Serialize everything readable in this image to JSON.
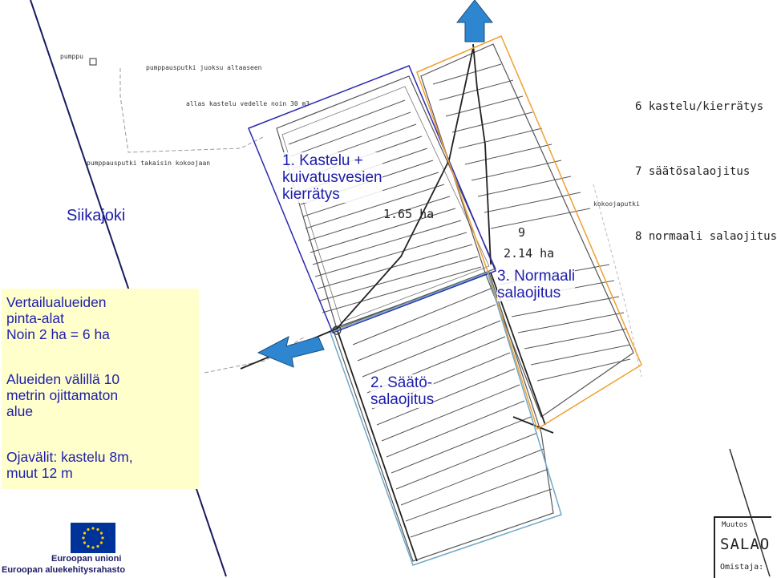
{
  "title": "Siikajoki",
  "notes": {
    "areas": "Vertailualueiden\npinta-alat\nNoin 2 ha = 6 ha",
    "gap": "Alueiden välillä 10\nmetrin ojittamaton\nalue",
    "spacing": "Ojavälit: kastelu 8m,\nmuut 12 m"
  },
  "zones": {
    "irrigation": "1. Kastelu +\nkuivatusvesien\nkierrätys",
    "controlled": "2. Säätö-\nsalaojitus",
    "normal": "3. Normaali\nsalaojitus"
  },
  "legend": [
    "6 kastelu/kierrätys",
    "7 säätösalaojitus",
    "8 normaali salaojitus"
  ],
  "drawing_labels": {
    "area_1": "1.65 ha",
    "area_2": "2.14 ha",
    "field_9": "9",
    "pumppu": "pumppu",
    "pumping_pipe": "pumppausputki juoksu altaaseen",
    "basin": "allas kastelu vedelle noin 30 m3",
    "return_pipe": "pumppausputki takaisin kokoojaan",
    "collector": "kokoojaputki"
  },
  "eu_logo": {
    "line1": "Euroopan unioni",
    "line2": "Euroopan aluekehitysrahasto"
  },
  "title_block": {
    "label": "Muutos",
    "code": "SALAO",
    "owner": "Omistaja:"
  },
  "colors": {
    "label_text": "#1d1daa",
    "note_bg": "#ffffcc",
    "zone1_border": "#2a2ab0",
    "zone2_border": "#6fa8c8",
    "zone3_border": "#f0a030",
    "arrow": "#2e86d0",
    "eu_flag": "#003399",
    "eu_star": "#ffcc00"
  }
}
